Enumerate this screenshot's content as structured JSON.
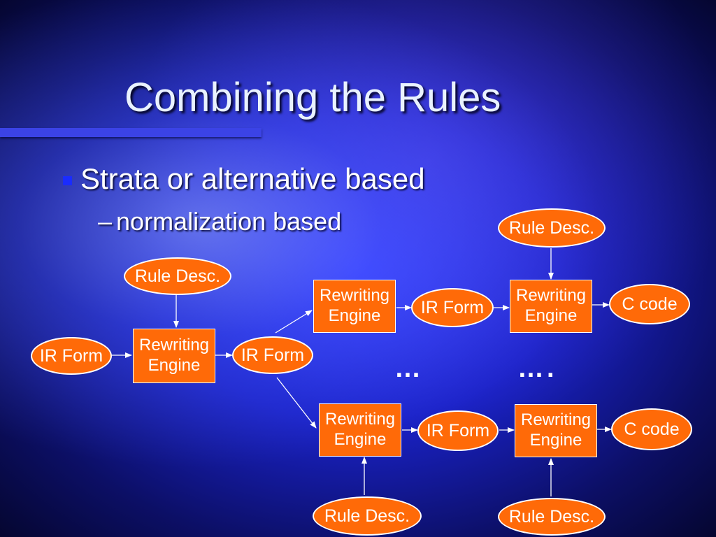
{
  "slide": {
    "title": "Combining the Rules",
    "bullet": "Strata or alternative based",
    "sub_bullet_marker": "–",
    "sub_bullet": "normalization based"
  },
  "diagram": {
    "ir_form": "IR Form",
    "rule_desc": "Rule Desc.",
    "engine_line1": "Rewriting",
    "engine_line2": "Engine",
    "c_code": "C code",
    "ellipsis_upper_left": "…",
    "ellipsis_upper_right": "….",
    "colors": {
      "node_fill": "#ff6a08",
      "node_border": "#ffffff",
      "edge": "#ffffff"
    }
  }
}
